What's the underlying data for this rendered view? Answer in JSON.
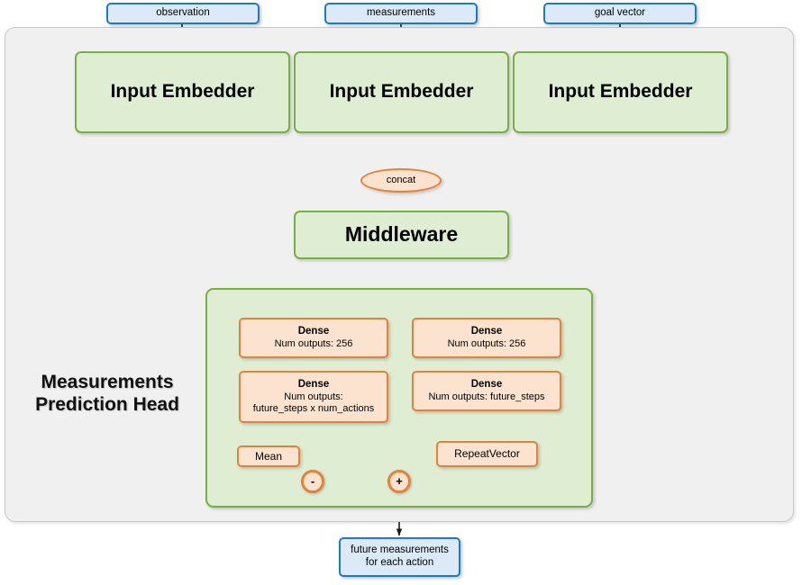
{
  "diagram": {
    "title_label": "Measurements Prediction Head",
    "title_line1": "Measurements",
    "title_line2": "Prediction Head",
    "colors": {
      "input_output_fill": "#dce9f7",
      "input_output_border": "#1c7bc9",
      "module_fill": "#dfeed3",
      "module_border": "#76b043",
      "layer_fill": "#fce3cf",
      "layer_border": "#e8803a",
      "frame_fill": "#f0f0f0",
      "frame_border": "#c8c8c8"
    }
  },
  "inputs": [
    {
      "label": "observation"
    },
    {
      "label": "measurements"
    },
    {
      "label": "goal vector"
    }
  ],
  "embedders": [
    {
      "label": "Input Embedder"
    },
    {
      "label": "Input Embedder"
    },
    {
      "label": "Input Embedder"
    }
  ],
  "concat": {
    "label": "concat"
  },
  "middleware": {
    "label": "Middleware"
  },
  "head": {
    "left_branch": {
      "dense1": {
        "title": "Dense",
        "line1": "Num outputs: 256"
      },
      "dense2": {
        "title": "Dense",
        "line1": "Num outputs:",
        "line2": "future_steps x num_actions"
      },
      "mean": {
        "label": "Mean"
      }
    },
    "right_branch": {
      "dense1": {
        "title": "Dense",
        "line1": "Num outputs: 256"
      },
      "dense2": {
        "title": "Dense",
        "line1": "Num outputs: future_steps"
      },
      "repeat_vector": {
        "label": "RepeatVector"
      }
    },
    "operators": {
      "subtract": {
        "symbol": "-"
      },
      "add": {
        "symbol": "+"
      }
    }
  },
  "output": {
    "line1": "future measurements",
    "line2": "for each action"
  }
}
